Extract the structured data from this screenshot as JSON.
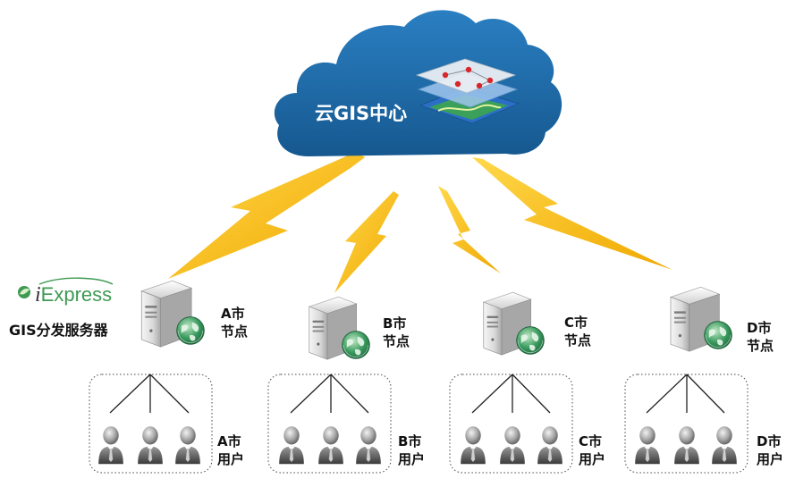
{
  "cloud": {
    "label": "云GIS中心"
  },
  "logo": {
    "prefix": "i",
    "name": "Express"
  },
  "server_caption": "GIS分发服务器",
  "nodes": [
    {
      "city": "A市",
      "node_label": "节点",
      "user_label": "用户"
    },
    {
      "city": "B市",
      "node_label": "节点",
      "user_label": "用户"
    },
    {
      "city": "C市",
      "node_label": "节点",
      "user_label": "用户"
    },
    {
      "city": "D市",
      "node_label": "节点",
      "user_label": "用户"
    }
  ],
  "colors": {
    "cloud": "#1f6fb0",
    "lightning": "#f6bf1a",
    "server_body": "#dcdcdc",
    "globe": "#2f8f5a",
    "logo_green": "#3e9a52",
    "user": "#555555"
  },
  "icons": [
    "cloud-icon",
    "gis-layers-icon",
    "lightning-icon",
    "server-icon",
    "globe-icon",
    "user-icon"
  ]
}
